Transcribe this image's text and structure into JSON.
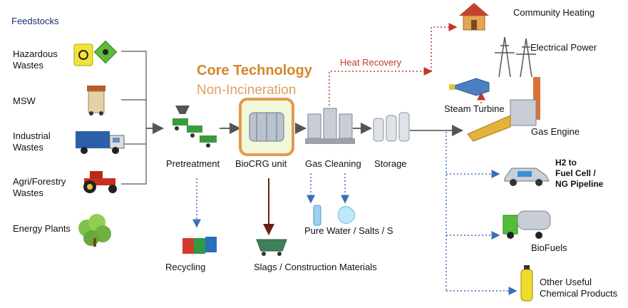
{
  "feedstocks_title": "Feedstocks",
  "feedstocks": [
    {
      "line1": "Hazardous",
      "line2": "Wastes"
    },
    {
      "line1": "MSW",
      "line2": ""
    },
    {
      "line1": "Industrial",
      "line2": "Wastes"
    },
    {
      "line1": "Agri/Forestry",
      "line2": "Wastes"
    },
    {
      "line1": "Energy Plants",
      "line2": ""
    }
  ],
  "core": {
    "title": "Core Technology",
    "subtitle": "Non-Incineration"
  },
  "heat_recovery": "Heat Recovery",
  "process": {
    "pretreatment": "Pretreatment",
    "biocrg": "BioCRG unit",
    "gas_cleaning": "Gas Cleaning",
    "storage": "Storage"
  },
  "byproducts": {
    "recycling": "Recycling",
    "slags": "Slags   / Construction Materials",
    "water": "Pure Water / Salts / S"
  },
  "outputs": {
    "community_heating": "Community Heating",
    "electrical_power": "Electrical  Power",
    "steam_turbine": "Steam Turbine",
    "gas_engine": "Gas Engine",
    "h2_line1": "H2 to",
    "h2_line2": "Fuel Cell /",
    "h2_line3": "NG Pipeline",
    "biofuels": "BioFuels",
    "chem_line1": "Other Useful",
    "chem_line2": "Chemical Products"
  },
  "colors": {
    "core_title": "#d7862b",
    "core_sub": "#e0a060",
    "heat_recovery": "#c0392b",
    "blue_dotted": "#3b6fb6",
    "slag_arrow": "#6b1f10"
  }
}
